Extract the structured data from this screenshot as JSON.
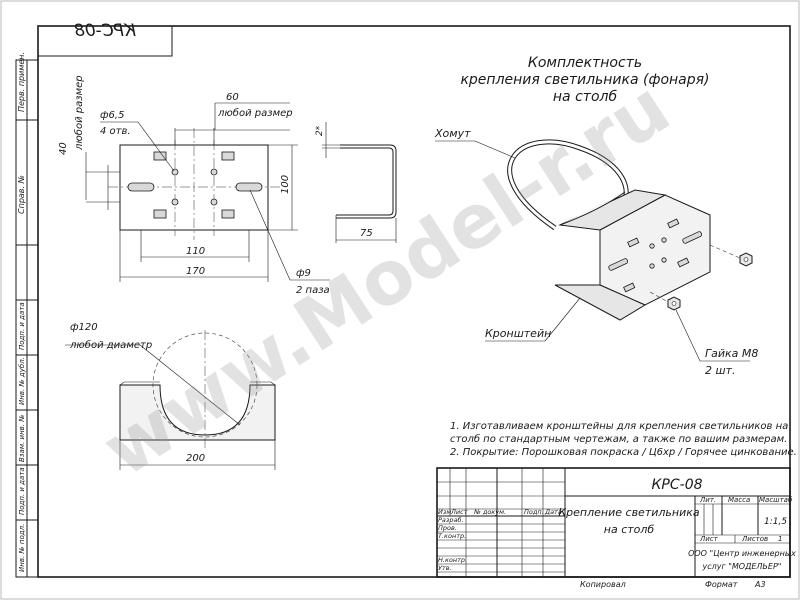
{
  "watermark": "www.Model-r.ru",
  "stamp_mirrored": "КРС-08",
  "title_block_left": [
    "Перв. примен.",
    "Справ. №",
    "Подп. и дата",
    "Инв. № дубл.",
    "Взам. инв. №",
    "Подп. и дата",
    "Инв. № подл."
  ],
  "header": {
    "line1": "Комплектность",
    "line2": "крепления светильника (фонаря)",
    "line3": "на столб"
  },
  "top_view": {
    "dim_60": "60",
    "dim_60_note": "любой размер",
    "hole_dia": "ф6,5",
    "hole_count": "4 отв.",
    "dim_40": "40",
    "dim_40_note": "любой размер",
    "dim_100": "100",
    "dim_110": "110",
    "dim_170": "170",
    "slot_dia": "ф9",
    "slot_count": "2 паза"
  },
  "side_view": {
    "dim_2": "2*",
    "dim_75": "75"
  },
  "front_view": {
    "dia": "ф120",
    "dia_note": "любой диаметр",
    "dim_200": "200"
  },
  "callouts": {
    "clamp": "Хомут",
    "bracket": "Кронштейн",
    "nut": "Гайка М8",
    "nut_qty": "2 шт."
  },
  "notes": {
    "line1": "1. Изготавливаем кронштейны для крепления светильников на",
    "line2": "столб по стандартным чертежам, а также по вашим размерам.",
    "line3": "2. Покрытие: Порошковая покраска / Ц6хр / Горячее цинкование."
  },
  "title_block": {
    "code": "КРС-08",
    "name_line1": "Крепление светильника",
    "name_line2": "на столб",
    "col_izm": "Изм",
    "col_list": "Лист",
    "col_doc": "№ докум.",
    "col_podp": "Подп.",
    "col_date": "Дата",
    "row_razrab": "Разраб.",
    "row_prov": "Пров.",
    "row_tkontr": "Т.контр.",
    "row_nkontr": "Н.контр.",
    "row_utv": "Утв.",
    "lit": "Лит.",
    "massa": "Масса",
    "masshtab": "Масштаб",
    "scale_value": "1:1,5",
    "sheet_label": "Лист",
    "sheets_label": "Листов",
    "sheets_count": "1",
    "org_line1": "ООО \"Центр инженерных",
    "org_line2": "услуг \"МОДЕЛЬЕР\"",
    "copied": "Копировал",
    "format": "Формат",
    "format_value": "А3"
  }
}
